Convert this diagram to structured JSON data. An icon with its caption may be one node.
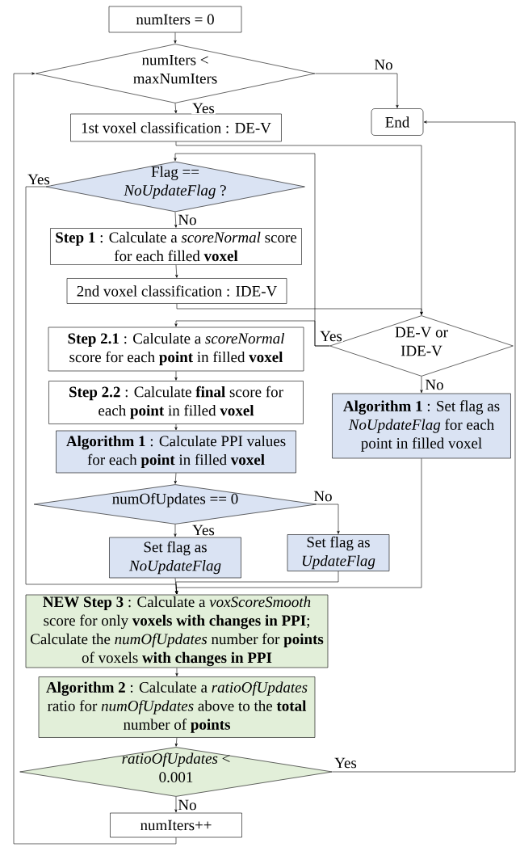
{
  "diagram": {
    "nodes": [
      {
        "text": [
          "numIters = 0"
        ]
      },
      {
        "text": [
          "numIters < maxNumIters"
        ]
      },
      {
        "text": [
          "End"
        ]
      },
      {
        "text": [
          "1st voxel classification : DE-V"
        ]
      },
      {
        "text": [
          "Flag == *NoUpdateFlag* ?"
        ]
      },
      {
        "text": [
          "**Step 1** : Calculate a *scoreNormal* score for each filled **voxel**"
        ]
      },
      {
        "text": [
          "2nd voxel classification : IDE-V"
        ]
      },
      {
        "text": [
          "DE-V or IDE-V"
        ]
      },
      {
        "text": [
          "**Step 2.1** : Calculate a *scoreNormal* score for each **point** in filled **voxel**"
        ]
      },
      {
        "text": [
          "**Step 2.2** : Calculate **final** score for each **point** in filled **voxel**"
        ]
      },
      {
        "text": [
          "**Algorithm 1** : Calculate PPI values for each **point** in filled **voxel**"
        ]
      },
      {
        "text": [
          "**Algorithm 1** : Set flag as *NoUpdateFlag* for each point in filled voxel"
        ]
      },
      {
        "text": [
          "numOfUpdates == 0"
        ]
      },
      {
        "text": [
          "Set flag as *NoUpdateFlag*"
        ]
      },
      {
        "text": [
          "Set flag as *UpdateFlag*"
        ]
      },
      {
        "text": [
          "**NEW Step 3** : Calculate a *voxScoreSmooth* score for only **voxels with changes in PPI**; Calculate the *numOfUpdates* number for **points** of voxels **with changes in PPI**"
        ]
      },
      {
        "text": [
          "**Algorithm 2** : Calculate a *ratioOfUpdates* ratio for *numOfUpdates* above to the **total** number of **points**"
        ]
      },
      {
        "text": [
          "*ratioOfUpdates* < 0.001"
        ]
      },
      {
        "text": [
          "numIters++"
        ]
      }
    ],
    "edges": [
      {
        "from": 0,
        "to": 1,
        "arrow": "to"
      },
      {
        "from": 1,
        "to": 2,
        "arrow": "to",
        "label": "No"
      },
      {
        "from": 1,
        "to": 3,
        "arrow": "to",
        "label": "Yes"
      },
      {
        "from": 3,
        "to": 7,
        "arrow": "to"
      },
      {
        "from": 4,
        "to": 15,
        "arrow": "to",
        "label": "Yes"
      },
      {
        "from": 4,
        "to": 5,
        "arrow": "to",
        "label": "No"
      },
      {
        "from": 5,
        "to": 6,
        "arrow": "to"
      },
      {
        "from": 6,
        "to": 7,
        "arrow": "to"
      },
      {
        "from": 7,
        "to": 4,
        "arrow": "to",
        "label": "Yes"
      },
      {
        "from": 7,
        "to": 8,
        "arrow": "to"
      },
      {
        "from": 7,
        "to": 11,
        "arrow": "to",
        "label": "No"
      },
      {
        "from": 8,
        "to": 9,
        "arrow": "to"
      },
      {
        "from": 9,
        "to": 10,
        "arrow": "to"
      },
      {
        "from": 10,
        "to": 12,
        "arrow": "to"
      },
      {
        "from": 12,
        "to": 13,
        "arrow": "to",
        "label": "Yes"
      },
      {
        "from": 12,
        "to": 14,
        "arrow": "to",
        "label": "No"
      },
      {
        "from": 13,
        "to": 15,
        "arrow": "to"
      },
      {
        "from": 14,
        "to": 15,
        "arrow": "to"
      },
      {
        "from": 11,
        "to": 15,
        "arrow": "to"
      },
      {
        "from": 15,
        "to": 16,
        "arrow": "to"
      },
      {
        "from": 16,
        "to": 17,
        "arrow": "to"
      },
      {
        "from": 17,
        "to": 2,
        "arrow": "to",
        "label": "Yes"
      },
      {
        "from": 17,
        "to": 18,
        "arrow": "to",
        "label": "No"
      },
      {
        "from": 18,
        "to": 1,
        "arrow": "to"
      }
    ]
  }
}
